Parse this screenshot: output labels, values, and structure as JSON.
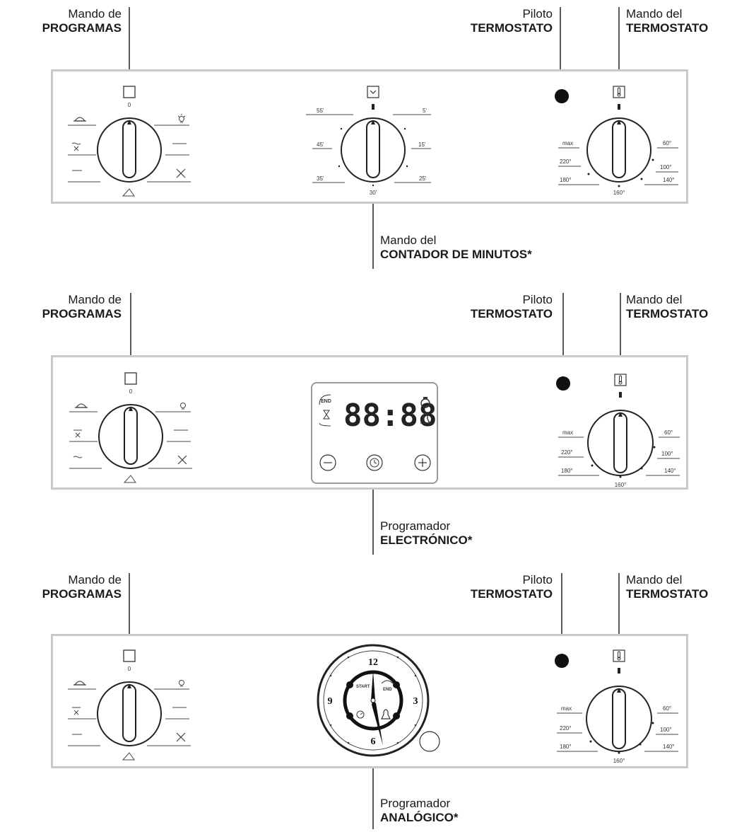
{
  "panels": [
    {
      "programs_callout": {
        "line1": "Mando de",
        "line2": "PROGRAMAS"
      },
      "pilot_callout": {
        "line1": "Piloto",
        "line2": "TERMOSTATO"
      },
      "thermostat_callout": {
        "line1": "Mando del",
        "line2": "TERMOSTATO"
      },
      "center_callout": {
        "line1": "Mando del",
        "line2": "CONTADOR DE MINUTOS*"
      },
      "program_dial": {
        "zero": "0"
      },
      "timer_dial": {
        "marks": [
          "55'",
          "5'",
          "45'",
          "15'",
          "35'",
          "25'",
          "30'"
        ]
      },
      "thermo_dial": {
        "marks": [
          "max",
          "60°",
          "220°",
          "100°",
          "180°",
          "140°",
          "160°"
        ]
      }
    },
    {
      "programs_callout": {
        "line1": "Mando de",
        "line2": "PROGRAMAS"
      },
      "pilot_callout": {
        "line1": "Piloto",
        "line2": "TERMOSTATO"
      },
      "thermostat_callout": {
        "line1": "Mando del",
        "line2": "TERMOSTATO"
      },
      "center_callout": {
        "line1": "Programador",
        "line2": "ELECTRÓNICO*"
      },
      "program_dial": {
        "zero": "0"
      },
      "display": {
        "digits": "88:88",
        "end_label": "END"
      },
      "thermo_dial": {
        "marks": [
          "max",
          "60°",
          "220°",
          "100°",
          "180°",
          "140°",
          "160°"
        ]
      }
    },
    {
      "programs_callout": {
        "line1": "Mando de",
        "line2": "PROGRAMAS"
      },
      "pilot_callout": {
        "line1": "Piloto",
        "line2": "TERMOSTATO"
      },
      "thermostat_callout": {
        "line1": "Mando del",
        "line2": "TERMOSTATO"
      },
      "center_callout": {
        "line1": "Programador",
        "line2": "ANALÓGICO*"
      },
      "program_dial": {
        "zero": "0"
      },
      "clock": {
        "n12": "12",
        "n3": "3",
        "n6": "6",
        "n9": "9",
        "start": "START",
        "end": "END"
      },
      "thermo_dial": {
        "marks": [
          "max",
          "60°",
          "220°",
          "100°",
          "180°",
          "140°",
          "160°"
        ]
      }
    }
  ],
  "colors": {
    "panel_border": "#c9c9c9",
    "ink": "#1a1a1a",
    "pilot": "#111111"
  }
}
